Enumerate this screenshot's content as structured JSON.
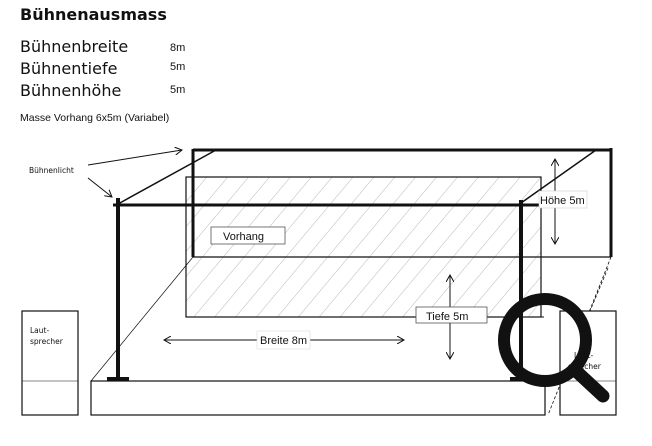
{
  "title": "Bühnenausmass",
  "dimensions": [
    {
      "label": "Bühnenbreite",
      "value": "8m"
    },
    {
      "label": "Bühnentiefe",
      "value": "5m"
    },
    {
      "label": "Bühnenhöhe",
      "value": "5m"
    }
  ],
  "note": "Masse Vorhang 6x5m (Variabel)",
  "diagram": {
    "light_label": "Bühnenlicht",
    "curtain_label": "Vorhang",
    "height_label": "Höhe 5m",
    "depth_label": "Tiefe 5m",
    "width_label": "Breite 8m",
    "speaker_left": [
      "Laut-",
      "sprecher"
    ],
    "speaker_right": [
      "Laut-",
      "sprecher"
    ]
  },
  "icons": {
    "zoom": "magnifier-icon"
  }
}
